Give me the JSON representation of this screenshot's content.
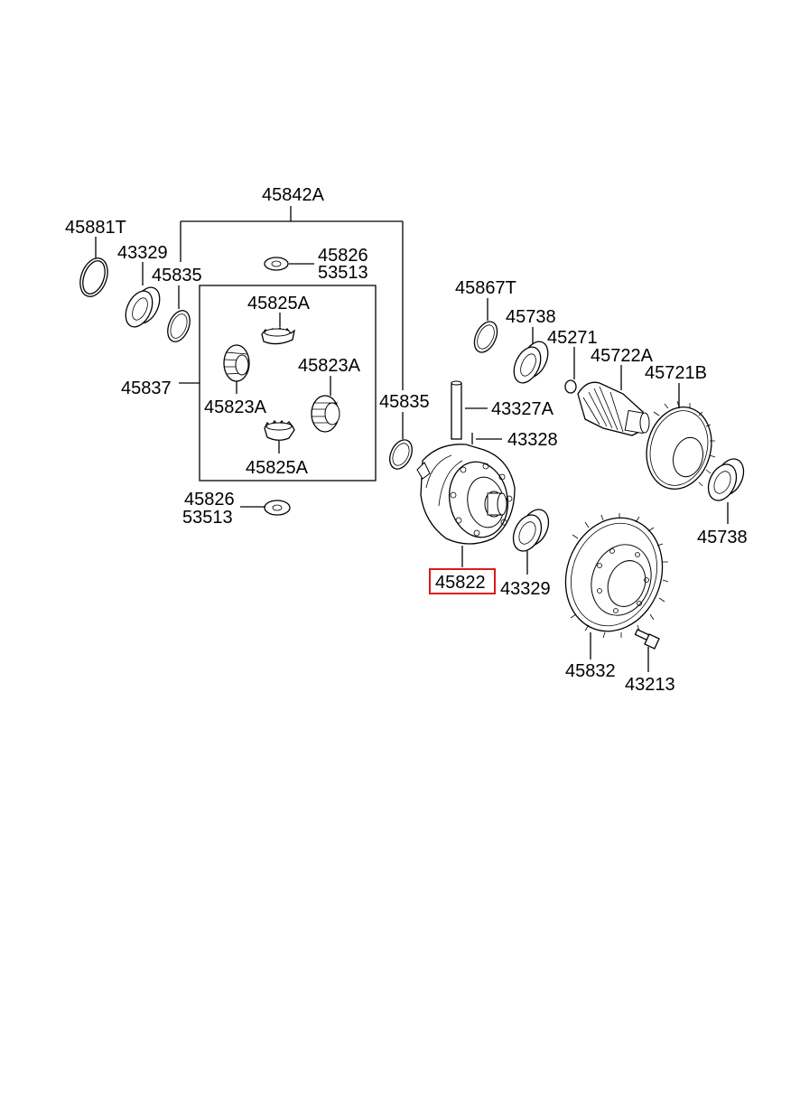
{
  "labels": {
    "assembly_45842A": "45842A",
    "seal_45881T": "45881T",
    "bearing_43329_left": "43329",
    "washer_45835_left": "45835",
    "washer_45826_top": "45826",
    "washer_53513_top": "53513",
    "pinion_45825A_top": "45825A",
    "set_45837": "45837",
    "gear_45823A_left": "45823A",
    "gear_45823A_right": "45823A",
    "pinion_45825A_bottom": "45825A",
    "washer_45826_bottom": "45826",
    "washer_53513_bottom": "53513",
    "washer_45835_right": "45835",
    "seal_45867T": "45867T",
    "bearing_45738_top": "45738",
    "pin_45271": "45271",
    "gear_45722A": "45722A",
    "gear_45721B": "45721B",
    "shaft_43327A": "43327A",
    "pin_43328": "43328",
    "case_45822": "45822",
    "bearing_43329_right": "43329",
    "bearing_45738_bottom": "45738",
    "ring_gear_45832": "45832",
    "bolt_43213": "43213"
  },
  "highlight": {
    "part": "45822",
    "color": "#e01818"
  }
}
